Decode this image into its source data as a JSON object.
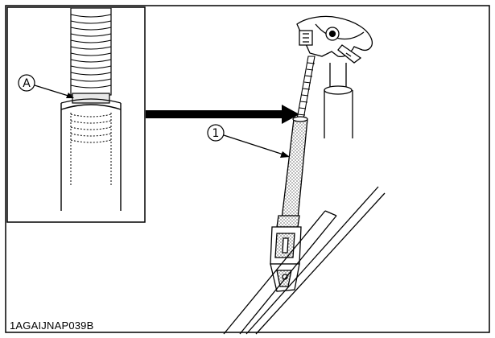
{
  "figure_id": "1AGAIJNAP039B",
  "callouts": {
    "detail": "A",
    "part": "1"
  },
  "colors": {
    "line": "#000000",
    "stipple": "#9a9a9a",
    "background": "#ffffff"
  }
}
